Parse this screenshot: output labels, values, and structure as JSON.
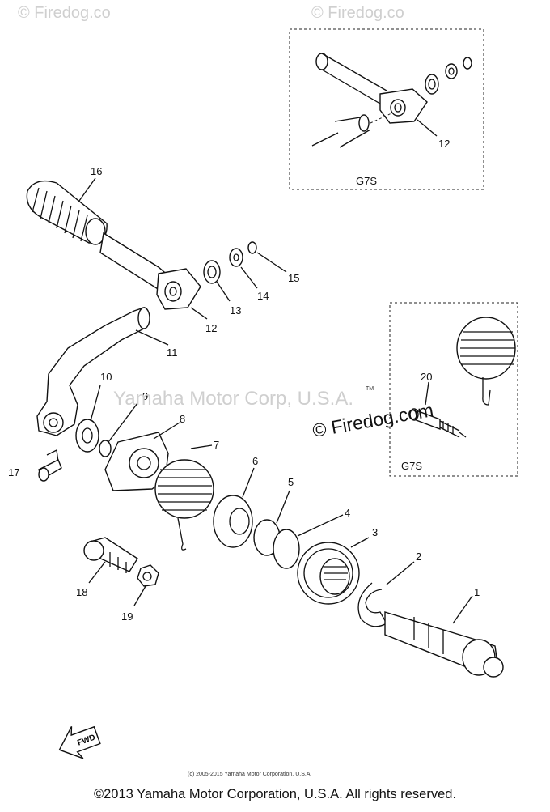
{
  "watermarks": {
    "top_left": "© Firedog.co",
    "top_right": "© Firedog.co",
    "center": "Yamaha Motor Corp, U.S.A.",
    "tm": "TM",
    "firedog": "© Firedog.com"
  },
  "insets": {
    "top_label": "G7S",
    "right_label": "G7S"
  },
  "callouts": {
    "p1": "1",
    "p2": "2",
    "p3": "3",
    "p4": "4",
    "p5": "5",
    "p6": "6",
    "p7": "7",
    "p8": "8",
    "p9": "9",
    "p10": "10",
    "p11": "11",
    "p12": "12",
    "p12b": "12",
    "p13": "13",
    "p14": "14",
    "p15": "15",
    "p16": "16",
    "p17": "17",
    "p18": "18",
    "p19": "19",
    "p20": "20"
  },
  "fwd_label": "FWD",
  "small_copyright": "(c) 2005-2015 Yamaha Motor Corporation, U.S.A.",
  "footer_copyright": "©2013 Yamaha Motor Corporation, U.S.A. All rights reserved."
}
